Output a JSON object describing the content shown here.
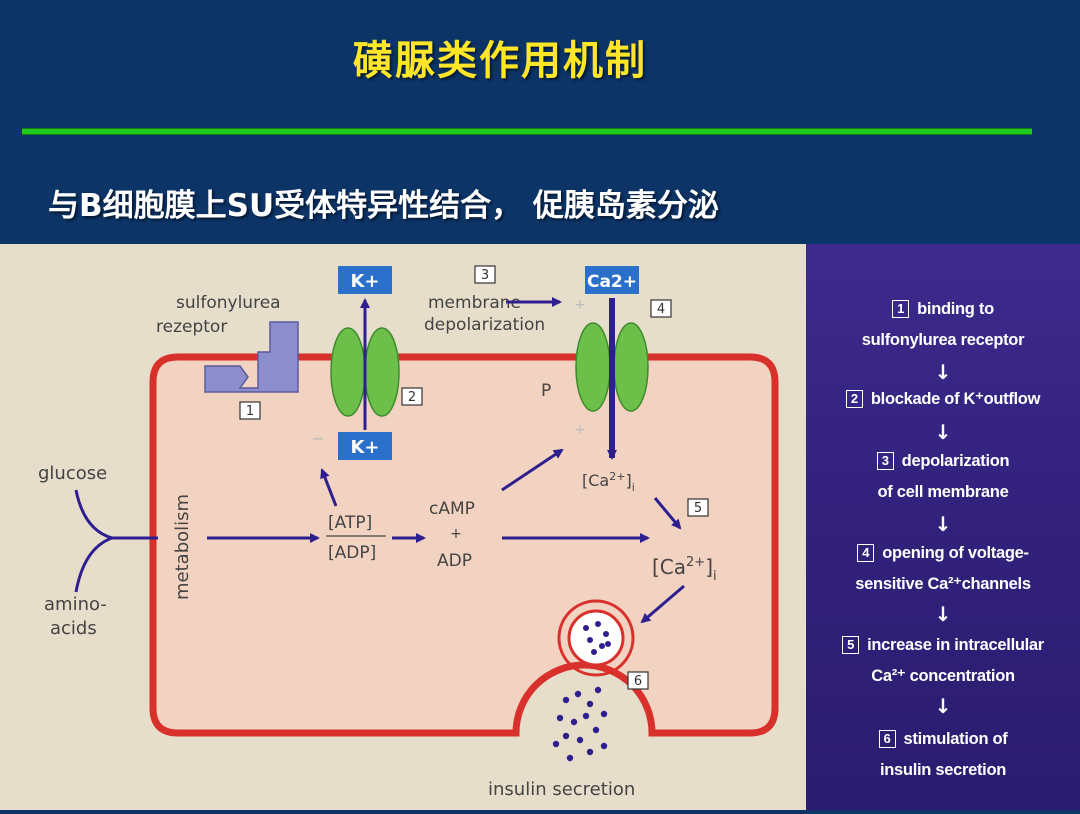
{
  "slide": {
    "title": "磺脲类作用机制",
    "subtitle": "与B细胞膜上SU受体特异性结合， 促胰岛素分泌"
  },
  "diagram": {
    "k_top": "K+",
    "k_inner": "K+",
    "ca_top": "Ca2+",
    "sulfonylurea_line1": "sulfonylurea",
    "sulfonylurea_line2": "rezeptor",
    "membrane_line1": "membrane",
    "membrane_line2": "depolarization",
    "p_label": "P",
    "glucose": "glucose",
    "amino_line1": "amino-",
    "amino_line2": "acids",
    "metabolism": "metabolism",
    "atp": "[ATP]",
    "adp_ratio": "[ADP]",
    "camp": "cAMP",
    "plus": "+",
    "adp": "ADP",
    "ca_i_small_base": "[Ca",
    "ca_i_small_sup": "2+",
    "ca_i_small_end": "]",
    "ca_i_small_sub": "i",
    "ca_i_large_base": "[Ca",
    "ca_i_large_sup": "2+",
    "ca_i_large_end": "]",
    "ca_i_large_sub": "i",
    "insulin_secretion": "insulin secretion",
    "plus_sign": "+",
    "minus_sign": "−",
    "markers": [
      "1",
      "2",
      "3",
      "4",
      "5",
      "6"
    ]
  },
  "steps": [
    {
      "num": "1",
      "line1": "binding to",
      "line2": "sulfonylurea receptor"
    },
    {
      "num": "2",
      "line1": "blockade of K⁺outflow",
      "line2": ""
    },
    {
      "num": "3",
      "line1": "depolarization",
      "line2": "of cell membrane"
    },
    {
      "num": "4",
      "line1": "opening of voltage-",
      "line2": "sensitive Ca²⁺channels"
    },
    {
      "num": "5",
      "line1": "increase in intracellular",
      "line2": "Ca²⁺ concentration"
    },
    {
      "num": "6",
      "line1": "stimulation of",
      "line2": "insulin secretion"
    }
  ],
  "colors": {
    "background": "#0c3466",
    "title": "#ffe629",
    "rule": "#22c922",
    "membrane": "#d8302a",
    "cell_fill": "#f2d2c0",
    "channel": "#6cc04a",
    "arrow": "#2e1f8f",
    "ion_box": "#2a6fc9",
    "steps_panel": "#33227d"
  }
}
